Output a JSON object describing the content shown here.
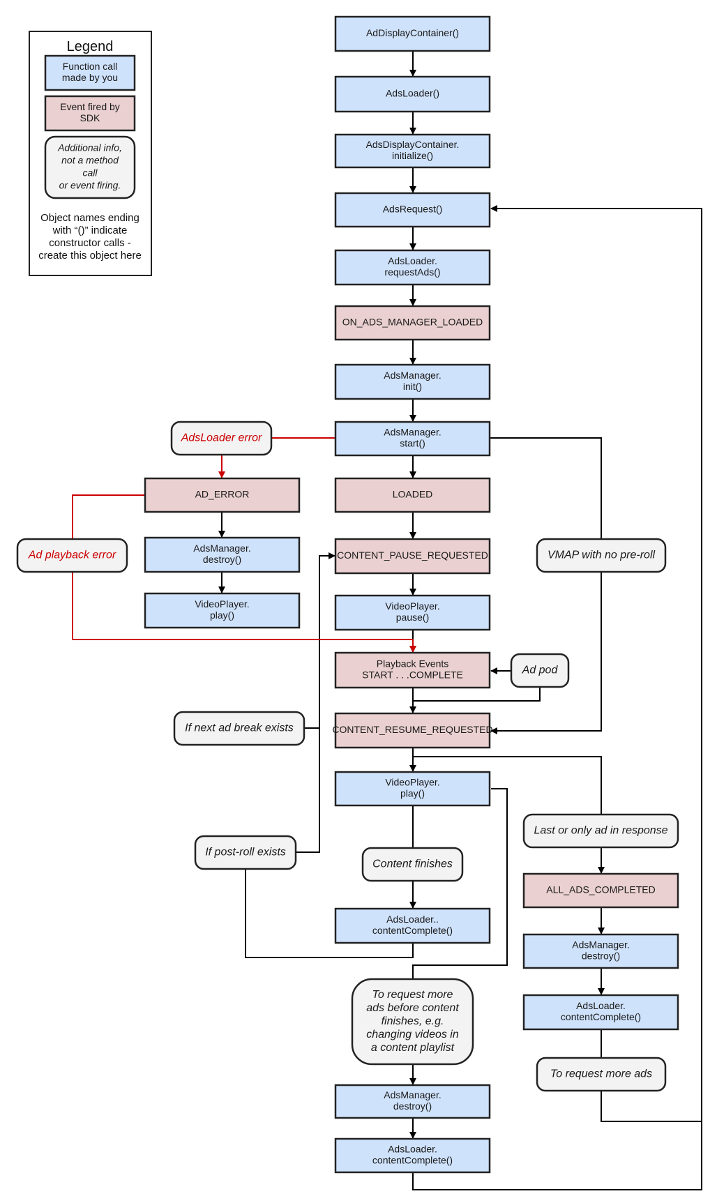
{
  "legend": {
    "title": "Legend",
    "function_call": "Function call\nmade by you",
    "event_fired": "Event fired by\nSDK",
    "additional_info": "Additional info,\nnot a method\ncall\nor event firing.",
    "note": "Object names ending\nwith “()” indicate\nconstructor calls -\ncreate this object here"
  },
  "nodes": {
    "ad_display_container": "AdDisplayContainer()",
    "ads_loader": "AdsLoader()",
    "adc_initialize": "AdsDisplayContainer.\ninitialize()",
    "ads_request": "AdsRequest()",
    "loader_request_ads": "AdsLoader.\nrequestAds()",
    "on_ads_manager_loaded": "ON_ADS_MANAGER_LOADED",
    "manager_init": "AdsManager.\ninit()",
    "manager_start": "AdsManager.\nstart()",
    "loader_error": "AdsLoader error",
    "ad_error": "AD_ERROR",
    "loaded": "LOADED",
    "playback_error": "Ad playback error",
    "manager_destroy_left": "AdsManager.\ndestroy()",
    "content_pause": "CONTENT_PAUSE_REQUESTED",
    "vmap_no_preroll": "VMAP with no pre-roll",
    "player_play_left": "VideoPlayer.\nplay()",
    "player_pause": "VideoPlayer.\npause()",
    "playback_events": "Playback Events\nSTART . . .COMPLETE",
    "ad_pod": "Ad pod",
    "next_ad_break": "If next ad break exists",
    "content_resume": "CONTENT_RESUME_REQUESTED",
    "player_play_center": "VideoPlayer.\nplay()",
    "last_ad": "Last or only ad in response",
    "post_roll": "If post-roll exists",
    "content_finishes": "Content finishes",
    "all_ads_completed": "ALL_ADS_COMPLETED",
    "loader_content_complete_1": "AdsLoader..\ncontentComplete()",
    "manager_destroy_right": "AdsManager.\ndestroy()",
    "request_more_before": "To request more\nads before content\nfinishes, e.g.\nchanging videos in\na content playlist",
    "loader_content_complete_right": "AdsLoader.\ncontentComplete()",
    "request_more_ads": "To request more ads",
    "manager_destroy_bottom": "AdsManager.\ndestroy()",
    "loader_content_complete_bottom": "AdsLoader.\ncontentComplete()"
  }
}
